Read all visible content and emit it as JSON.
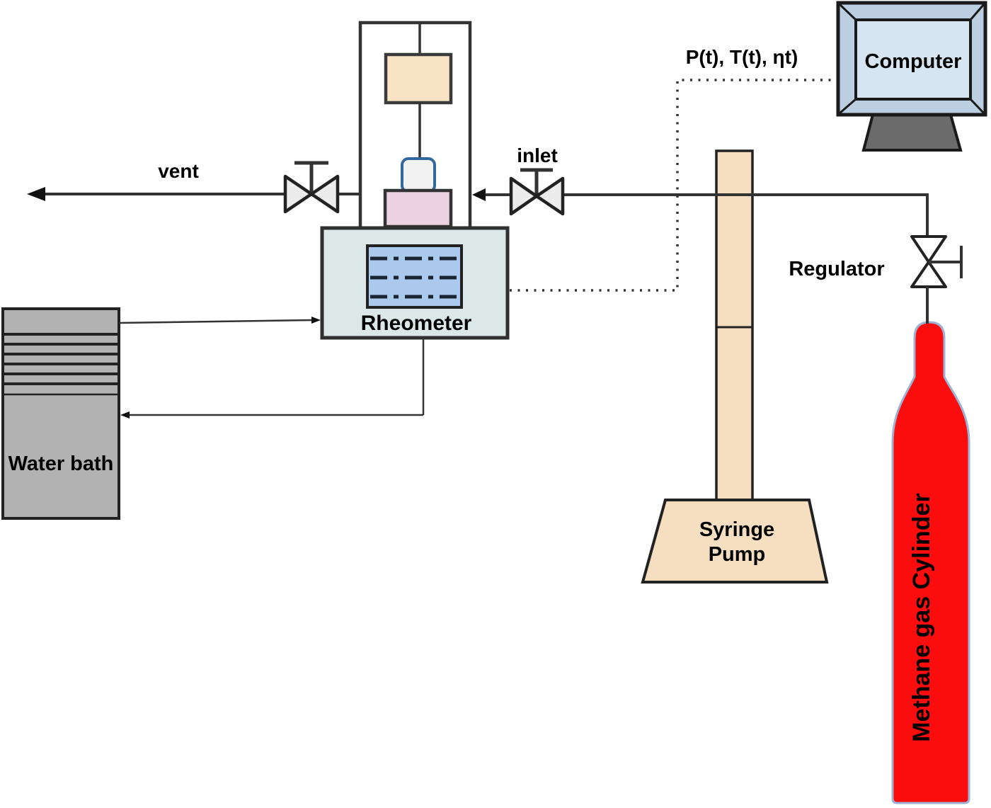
{
  "labels": {
    "vent": "vent",
    "inlet": "inlet",
    "regulator": "Regulator",
    "computer": "Computer",
    "rheometer": "Rheometer",
    "water_bath": "Water bath",
    "syringe_pump_line1": "Syringe",
    "syringe_pump_line2": "Pump",
    "methane_cylinder": "Methane gas Cylinder",
    "signals": "P(t), T(t), ηt)"
  },
  "colors": {
    "line": "#333333",
    "cylinder_red": "#fb0d0d",
    "cylinder_outline": "#9db3d6",
    "syringe_tan": "#f6dfc0",
    "rheometer_body": "#dce8e8",
    "sample_hatch_blue": "#aac9ec",
    "hatch_line": "#1a2433",
    "motor_peach": "#f8e4c4",
    "cell_pink": "#ecd2e0",
    "measuring_head_fill": "#f2f2f2",
    "measuring_head_border": "#33689e",
    "water_bath_gray": "#b2b2b2",
    "valve_fill": "#ececec",
    "monitor_bezel": "#bccfe2",
    "monitor_screen": "#d7e4f2",
    "monitor_stand": "#6b6b6b"
  }
}
